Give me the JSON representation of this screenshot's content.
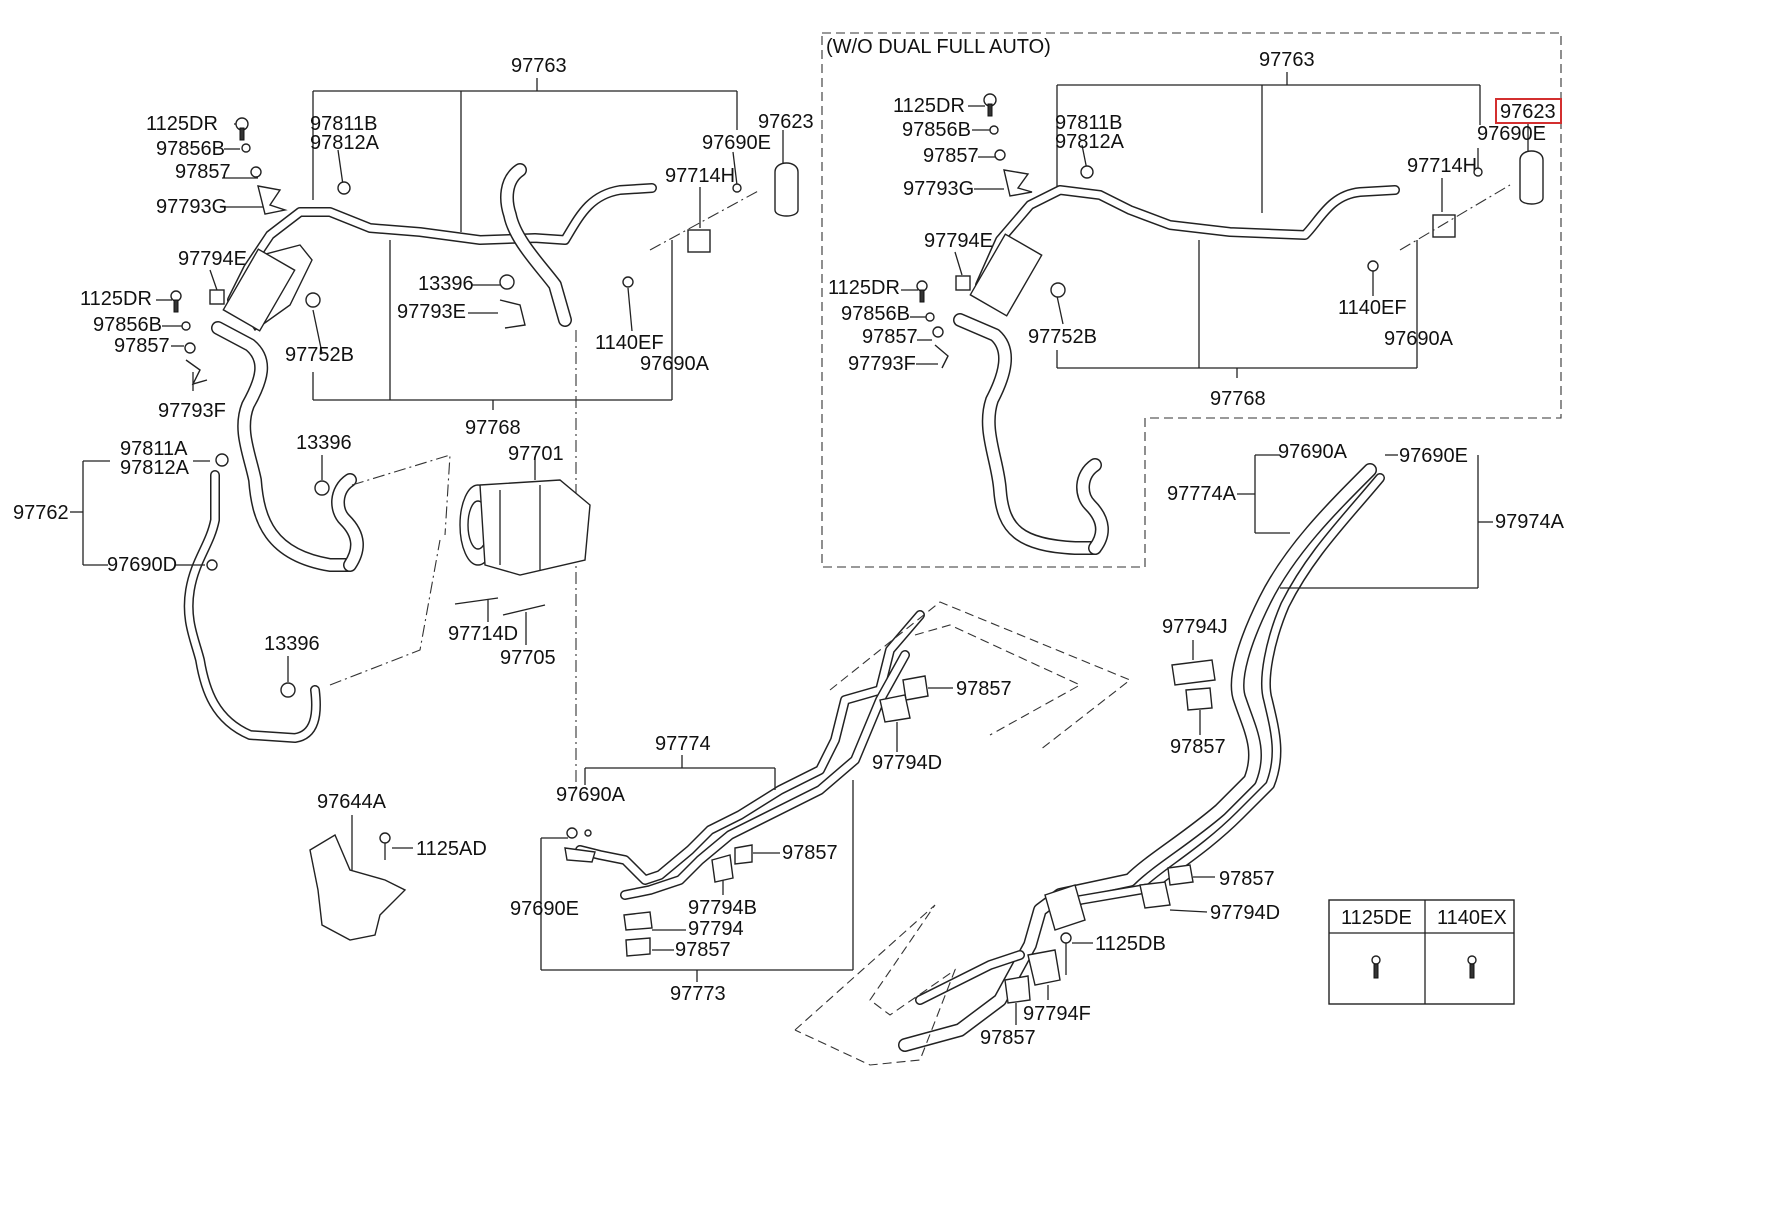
{
  "variant_note": "(W/O DUAL FULL AUTO)",
  "highlighted_part": "97623",
  "labels": {
    "l97763": "97763",
    "l1125dr": "1125DR",
    "l97856b": "97856B",
    "l97857": "97857",
    "l97793g": "97793G",
    "l97811b": "97811B",
    "l97812a": "97812A",
    "l97690e": "97690E",
    "l97623": "97623",
    "l97714h": "97714H",
    "l97794e": "97794E",
    "l13396": "13396",
    "l97793e": "97793E",
    "l1140ef": "1140EF",
    "l97690a": "97690A",
    "l97752b": "97752B",
    "l97793f": "97793F",
    "l97768": "97768",
    "l97811a": "97811A",
    "l97762": "97762",
    "l97690d": "97690D",
    "l97701": "97701",
    "l97714d": "97714D",
    "l97705": "97705",
    "l97644a": "97644A",
    "l1125ad": "1125AD",
    "l97774": "97774",
    "l97794b": "97794B",
    "l97794": "97794",
    "l97773": "97773",
    "l97794d": "97794D",
    "l97774a": "97774A",
    "l97974a": "97974A",
    "l97794j": "97794J",
    "l1125db": "1125DB",
    "l97794f": "97794F"
  },
  "fastener_table": {
    "headers": [
      "1125DE",
      "1140EX"
    ]
  }
}
